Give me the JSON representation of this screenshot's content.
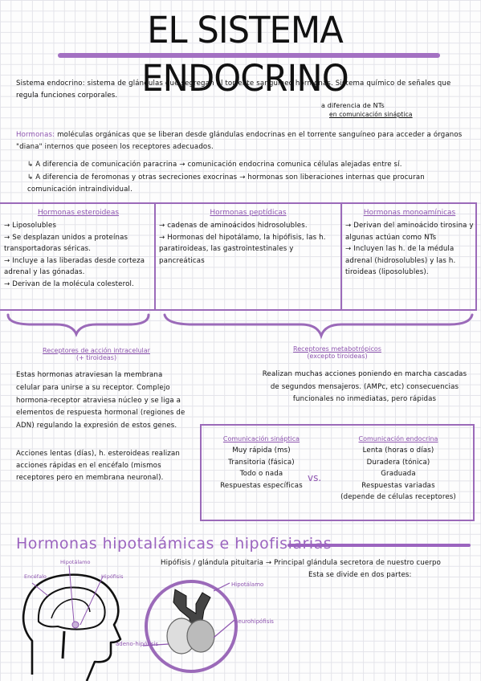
{
  "title": "EL SISTEMA ENDOCRINO",
  "intro": {
    "def1": "Sistema endocrino: sistema de glándulas que segregan al torrente sanguíneo hormonas. Sistema químico de señales que regula funciones corporales.",
    "note": "a diferencia de NTs",
    "note2": "en comunicación sináptica",
    "hormonas_label": "Hormonas:",
    "hormonas_def": "moléculas orgánicas que se liberan desde glándulas endocrinas en el torrente sanguíneo para acceder a órganos \"diana\" internos que poseen los receptores adecuados.",
    "bullet1": "↳ A diferencia de comunicación paracrina → comunicación endocrina comunica células alejadas entre sí.",
    "bullet2": "↳ A diferencia de feromonas y otras secreciones exocrinas → hormonas son liberaciones internas que procuran comunicación intraindividual."
  },
  "columns": [
    {
      "header": "Hormonas esteroideas",
      "items": [
        "→ Liposolubles",
        "→ Se desplazan unidos a proteínas transportadoras séricas.",
        "→ Incluye a las liberadas desde corteza adrenal y las gónadas.",
        "→ Derivan de la molécula colesterol."
      ]
    },
    {
      "header": "Hormonas peptídicas",
      "items": [
        "→ cadenas de aminoácidos hidrosolubles.",
        "→ Hormonas del hipotálamo, la hipófisis, las h. paratiroideas, las gastrointestinales y pancreáticas"
      ]
    },
    {
      "header": "Hormonas monoamínicas",
      "items": [
        "→ Derivan del aminoácido tirosina y algunas actúan como NTs",
        "→ Incluyen las h. de la médula adrenal (hidrosolubles) y las h. tiroideas (liposolubles)."
      ]
    }
  ],
  "receptors_intra": {
    "header": "Receptores de acción intracelular",
    "sub": "(+ tiroideas)",
    "text": "Estas hormonas atraviesan la membrana celular para unirse a su receptor. Complejo hormona-receptor atraviesa núcleo y se liga a elementos de respuesta hormonal (regiones de ADN) regulando la expresión de estos genes.",
    "text2": "Acciones lentas (días), h. esteroideas realizan acciones rápidas en el encéfalo (mismos receptores pero en membrana neuronal)."
  },
  "receptors_metab": {
    "header": "Receptores metabotrópicos",
    "sub": "(excepto tiroideas)",
    "text": "Realizan muchas acciones poniendo en marcha cascadas de segundos mensajeros. (AMPc, etc) consecuencias funcionales no inmediatas, pero rápidas"
  },
  "comparison": {
    "left_header": "Comunicación sináptica",
    "left_items": [
      "Muy rápida (ms)",
      "Transitoria (fásica)",
      "Todo o nada",
      "Respuestas específicas"
    ],
    "vs": "vs.",
    "right_header": "Comunicación endocrina",
    "right_items": [
      "Lenta (horas o días)",
      "Duradera (tónica)",
      "Graduada",
      "Respuestas variadas",
      "(depende de células receptores)"
    ]
  },
  "section2": {
    "title": "Hormonas hipotalámicas e hipofisiarias",
    "text": "Hipófisis / glándula pituitaria → Principal glándula secretora de nuestro cuerpo",
    "text2": "Esta se divide en dos partes:",
    "labels": {
      "encefalo": "Encéfalo",
      "hipotalamo1": "Hipotálamo",
      "hipofisis": "Hipófisis",
      "hipotalamo2": "Hipotálamo",
      "neuro": "neurohipófisis",
      "adeno": "adeno-hipófisis"
    }
  },
  "colors": {
    "accent": "#9b6ab9"
  }
}
